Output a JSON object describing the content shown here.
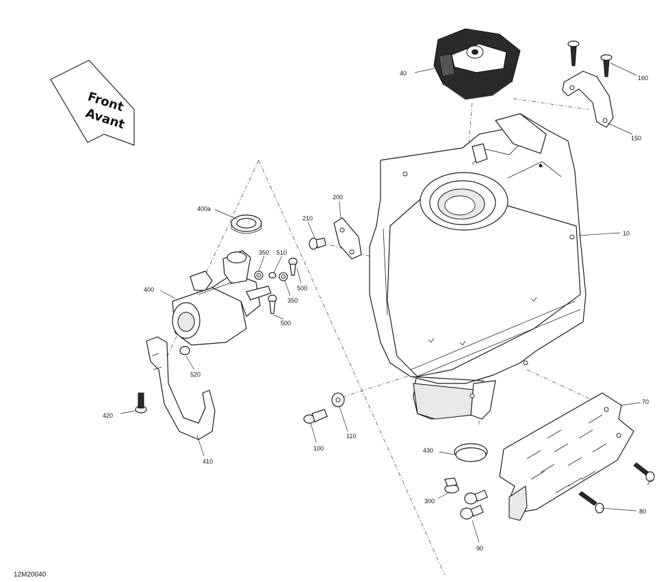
{
  "diagram_id": "12M20040",
  "direction_flag": {
    "line1": "Front",
    "line2": "Avant"
  },
  "callouts": {
    "c10": "10",
    "c40": "40",
    "c70": "70",
    "c80": "80",
    "c90": "90",
    "c100": "100",
    "c110": "110",
    "c150": "150",
    "c160": "160",
    "c200": "200",
    "c210": "210",
    "c300": "300",
    "c350a": "350",
    "c350b": "350",
    "c400": "400",
    "c400a": "400a",
    "c410": "410",
    "c420": "420",
    "c430": "430",
    "c500a": "500",
    "c500b": "500",
    "c510": "510",
    "c520": "520"
  }
}
